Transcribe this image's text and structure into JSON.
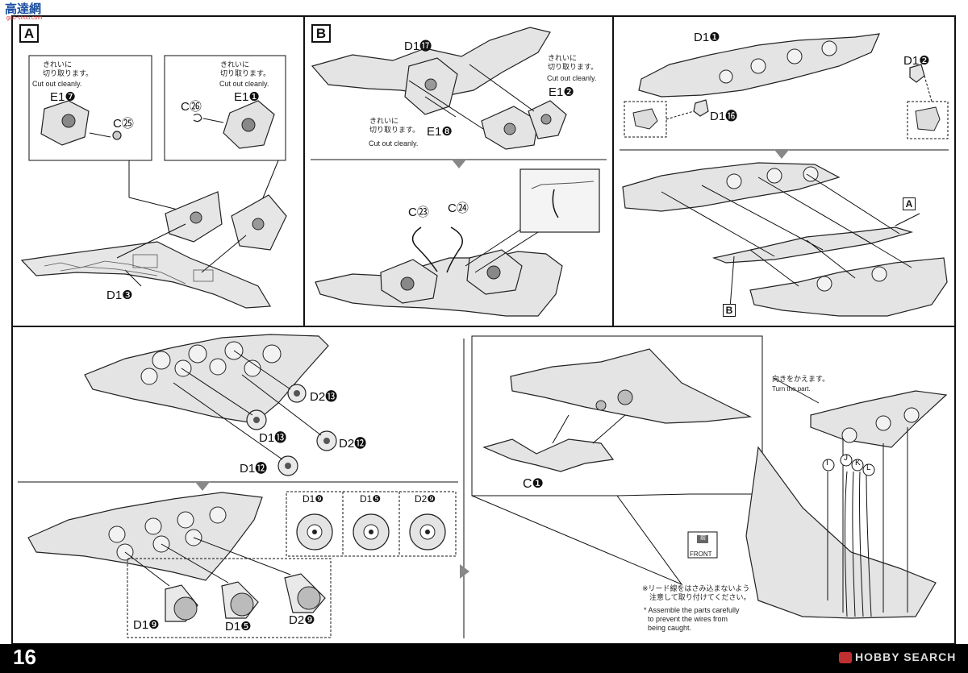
{
  "watermark_top": "高達網",
  "watermark_top_sub": "gao-shou.com",
  "page_number": "16",
  "brand": "HOBBY SEARCH",
  "step_a": {
    "label": "A",
    "left_note_jp": "きれいに\n切り取ります。",
    "left_note_en": "Cut out cleanly.",
    "right_note_jp": "きれいに\n切り取ります。",
    "right_note_en": "Cut out cleanly.",
    "parts": [
      "E1❼",
      "C㉕",
      "C㉖",
      "E1❶",
      "D1❸"
    ]
  },
  "step_b": {
    "label": "B",
    "note1_jp": "きれいに\n切り取ります。",
    "note1_en": "Cut out cleanly.",
    "note2_jp": "きれいに\n切り取ります。",
    "note2_en": "Cut out cleanly.",
    "parts": [
      "D1⓱",
      "E1❷",
      "E1❽",
      "C㉓",
      "C㉔"
    ]
  },
  "step_c": {
    "parts": [
      "D1❶",
      "D1❷",
      "D1⓰"
    ],
    "marker_a": "A",
    "marker_b": "B"
  },
  "step_d": {
    "parts": [
      "D2⓭",
      "D1⓭",
      "D2⓬",
      "D1⓬",
      "D1❾",
      "D1❺",
      "D2❾"
    ],
    "detail": [
      "D1❾",
      "D1❺",
      "D2❾"
    ]
  },
  "step_e": {
    "part_c1": "C❶",
    "turn_jp": "向きをかえます。",
    "turn_en": "Turn the part.",
    "wires": [
      "I",
      "J",
      "K",
      "L"
    ],
    "front_jp": "前",
    "front_en": "FRONT",
    "caution_jp": "※リード線をはさみ込まないよう\n　注意して取り付けてください。",
    "caution_en": "* Assemble the parts carefully\n  to prevent the wires from\n  being caught."
  }
}
